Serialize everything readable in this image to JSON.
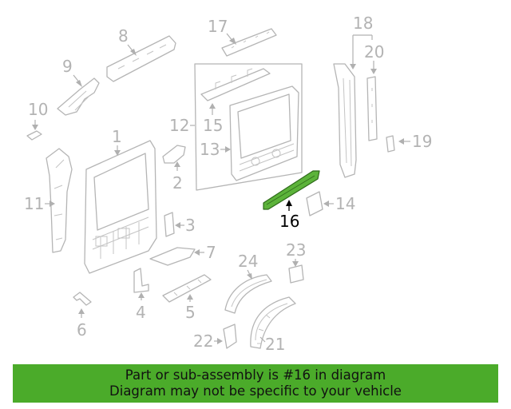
{
  "callouts": {
    "c1": "1",
    "c2": "2",
    "c3": "3",
    "c4": "4",
    "c5": "5",
    "c6": "6",
    "c7": "7",
    "c8": "8",
    "c9": "9",
    "c10": "10",
    "c11": "11",
    "c12": "12",
    "c13": "13",
    "c14": "14",
    "c15": "15",
    "c16": "16",
    "c17": "17",
    "c18": "18",
    "c19": "19",
    "c20": "20",
    "c21": "21",
    "c22": "22",
    "c23": "23",
    "c24": "24"
  },
  "highlighted_part": "16",
  "colors": {
    "highlight_fill": "#5cb33a",
    "banner_bg": "#4bab2a",
    "line_gray": "#b5b5b5"
  },
  "banner": {
    "line1": "Part or sub-assembly is #16 in diagram",
    "line2": "Diagram may not be specific to your vehicle"
  }
}
